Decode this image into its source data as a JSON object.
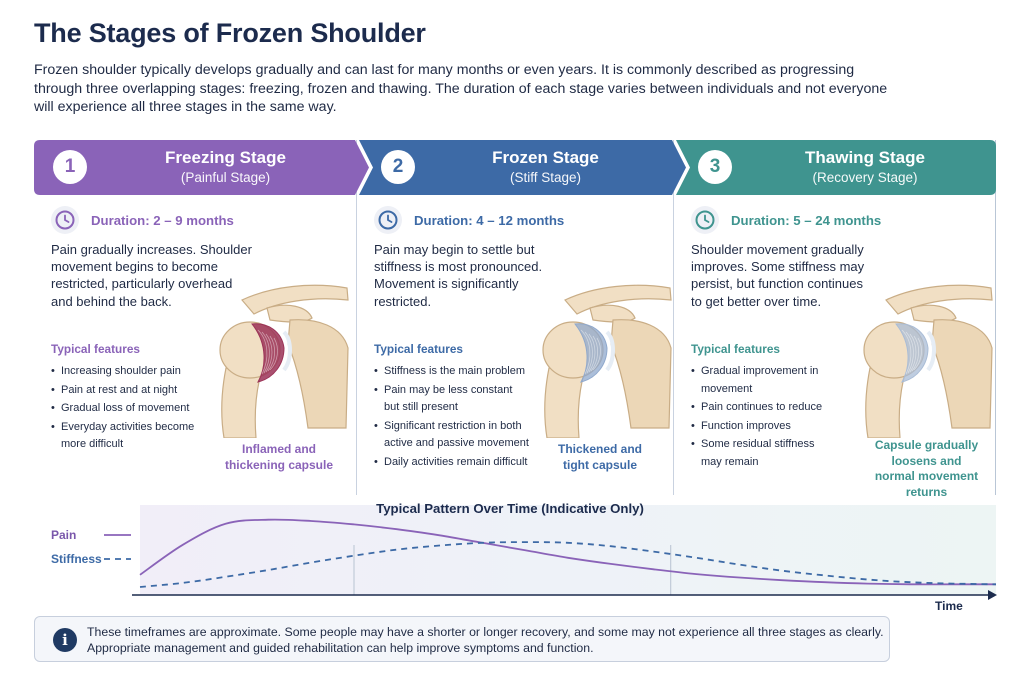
{
  "page": {
    "title": "The Stages of Frozen Shoulder",
    "intro": "Frozen shoulder typically develops gradually and can last for many months or even years. It is commonly described as progressing through three overlapping stages: freezing, frozen and thawing. The duration of each stage varies between individuals and not everyone will experience all three stages in the same way."
  },
  "colors": {
    "freezing": "#8a63b8",
    "frozen": "#3d6aa6",
    "thawing": "#3f948f",
    "navy": "#1c2b4d",
    "inflamed_capsule": "#9b3357",
    "thick_capsule": "#8fa8cc",
    "loose_capsule": "#a9bcd6"
  },
  "stages": [
    {
      "number": "1",
      "name": "Freezing Stage",
      "subtitle": "(Painful Stage)",
      "duration": "Duration: 2 – 9 months",
      "description": [
        "Pain gradually increases. Shoulder",
        "movement begins to become",
        "restricted, particularly overhead",
        "and behind the back."
      ],
      "features_label": "Typical features",
      "features": [
        [
          "Increasing shoulder pain"
        ],
        [
          "Pain at rest and at night"
        ],
        [
          "Gradual loss of movement"
        ],
        [
          "Everyday activities become",
          "more difficult"
        ]
      ],
      "caption": [
        "Inflamed and",
        "thickening capsule"
      ],
      "icon": "clock-icon"
    },
    {
      "number": "2",
      "name": "Frozen Stage",
      "subtitle": "(Stiff Stage)",
      "duration": "Duration: 4 – 12 months",
      "description": [
        "Pain may begin to settle but",
        "stiffness is most pronounced.",
        "Movement is significantly",
        "restricted."
      ],
      "features_label": "Typical features",
      "features": [
        [
          "Stiffness is the main problem"
        ],
        [
          "Pain may be less constant",
          "but still present"
        ],
        [
          "Significant restriction in both",
          "active and passive movement"
        ],
        [
          "Daily activities remain difficult"
        ]
      ],
      "caption": [
        "Thickened and",
        "tight capsule"
      ],
      "icon": "clock-icon"
    },
    {
      "number": "3",
      "name": "Thawing Stage",
      "subtitle": "(Recovery Stage)",
      "duration": "Duration: 5 – 24 months",
      "description": [
        "Shoulder movement gradually",
        "improves. Some stiffness may",
        "persist, but function continues",
        "to get better over time."
      ],
      "features_label": "Typical features",
      "features": [
        [
          "Gradual improvement in",
          "movement"
        ],
        [
          "Pain continues to reduce"
        ],
        [
          "Function improves"
        ],
        [
          "Some residual stiffness",
          "may remain"
        ]
      ],
      "caption": [
        "Capsule gradually",
        "loosens and",
        "normal movement",
        "returns"
      ],
      "icon": "clock-icon"
    }
  ],
  "chart_data": {
    "type": "line",
    "title": "Typical Pattern Over Time (Indicative Only)",
    "xlabel": "Time",
    "ylabel": "",
    "x": [
      0,
      0.05,
      0.1,
      0.15,
      0.2,
      0.25,
      0.3,
      0.35,
      0.4,
      0.45,
      0.5,
      0.55,
      0.6,
      0.65,
      0.7,
      0.75,
      0.8,
      0.85,
      0.9,
      0.95,
      1.0
    ],
    "xlim": [
      0,
      1
    ],
    "ylim": [
      0,
      1
    ],
    "stage_boundaries": [
      0.25,
      0.62
    ],
    "series": [
      {
        "name": "Pain",
        "style": "solid",
        "color": "#8a63b8",
        "values": [
          0.18,
          0.62,
          0.93,
          0.99,
          0.97,
          0.92,
          0.85,
          0.76,
          0.65,
          0.54,
          0.43,
          0.34,
          0.26,
          0.19,
          0.14,
          0.1,
          0.07,
          0.05,
          0.04,
          0.04,
          0.04
        ]
      },
      {
        "name": "Stiffness",
        "style": "dashed",
        "color": "#3d6aa6",
        "values": [
          0.0,
          0.06,
          0.15,
          0.25,
          0.36,
          0.46,
          0.55,
          0.61,
          0.65,
          0.66,
          0.65,
          0.6,
          0.52,
          0.43,
          0.33,
          0.24,
          0.17,
          0.11,
          0.07,
          0.05,
          0.04
        ]
      }
    ],
    "grid": false,
    "legend_position": "left"
  },
  "info": {
    "icon": "info-icon",
    "glyph": "i",
    "lines": [
      "These timeframes are approximate. Some people may have a shorter or longer recovery, and some may not experience all three stages as clearly.",
      "Appropriate management and guided rehabilitation can help improve symptoms and function."
    ]
  }
}
